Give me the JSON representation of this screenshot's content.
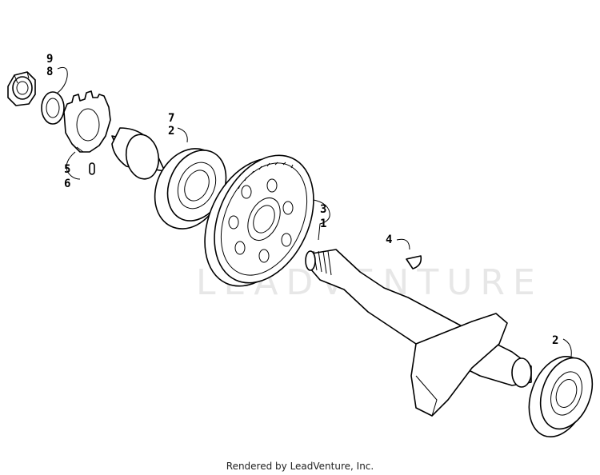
{
  "watermark": "LEADVENTURE",
  "footer": "Rendered by LeadVenture, Inc.",
  "callouts": {
    "c9": "9",
    "c8": "8",
    "c7": "7",
    "c2a": "2",
    "c5": "5",
    "c6": "6",
    "c3": "3",
    "c1": "1",
    "c4": "4",
    "c2b": "2"
  },
  "parts": [
    "nut",
    "washer",
    "gear-plate",
    "pin",
    "spacer-sleeve",
    "bearing",
    "drive-gear",
    "crankshaft",
    "woodruff-key"
  ]
}
